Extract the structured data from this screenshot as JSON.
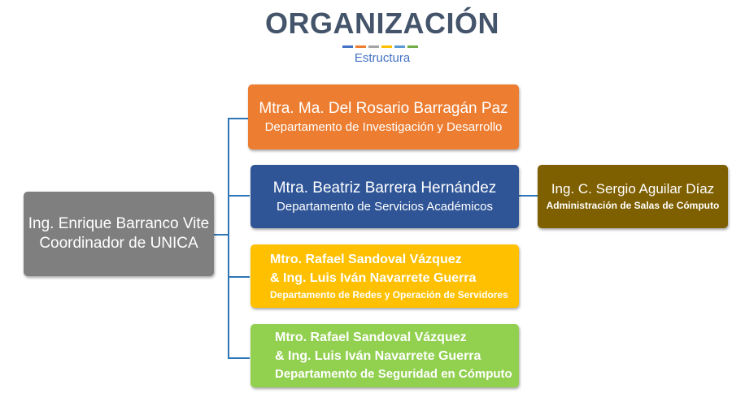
{
  "header": {
    "title": "ORGANIZACIÓN",
    "subtitle": "Estructura",
    "accent_colors": [
      "#4472c4",
      "#ed7d31",
      "#a5a5a5",
      "#ffc000",
      "#5b9bd5",
      "#70ad47"
    ]
  },
  "root": {
    "name": "Ing. Enrique Barranco Vite",
    "role": "Coordinador de UNICA",
    "color": "#7f7f7f"
  },
  "children": [
    {
      "name": "Mtra. Ma. Del Rosario Barragán Paz",
      "role": "Departamento de Investigación y Desarrollo",
      "color": "#ed7d31"
    },
    {
      "name": "Mtra. Beatriz Barrera Hernández",
      "role": "Departamento de Servicios Académicos",
      "color": "#2f5597"
    },
    {
      "name_line1": "Mtro. Rafael Sandoval Vázquez",
      "name_line2": "& Ing. Luis Iván Navarrete Guerra",
      "role": "Departamento de Redes y Operación de Servidores",
      "color": "#ffc000"
    },
    {
      "name_line1": "Mtro. Rafael Sandoval Vázquez",
      "name_line2": "& Ing. Luis Iván Navarrete Guerra",
      "role": "Departamento de Seguridad en Cómputo",
      "color": "#92d050"
    }
  ],
  "sub_unit": {
    "name": "Ing. C. Sergio Aguilar Díaz",
    "role": "Administración de Salas de Cómputo",
    "color": "#7f6000"
  },
  "connector_color": "#2e75b6"
}
